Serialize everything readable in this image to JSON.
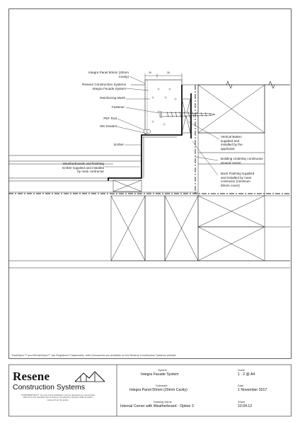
{
  "labels": {
    "integra_panel": [
      "Integra Panel 50mm (20mm",
      "Cavity)"
    ],
    "resene_system": [
      "Resene Construction Systems",
      "Integra Facade System"
    ],
    "reinforcing_mesh": "Reinforcing Mesh",
    "fastener": "Fastener",
    "pef_rod": "PEF Rod",
    "ms_sealant": "MS Sealant",
    "scriber": "Scriber",
    "weatherboards": [
      "Weatherboards and finishing",
      "scriber supplied and installed",
      "by main contractor"
    ],
    "vertical_batten": [
      "Vertical Batten",
      "supplied and",
      "installed by the",
      "applicator"
    ],
    "building_underlay": [
      "Building Underlay continuous",
      "around corner"
    ],
    "back_flashing": [
      "Back Flashing supplied",
      "and installed by main",
      "contractor (minimum",
      "50mm cover)"
    ],
    "dim_a": "20",
    "dim_b": "30"
  },
  "footer_note": "TradeSpec™ and RenderSpec™ are Registered Trademarks, both Documents are available on the Resene Construction Systems website",
  "title_block": {
    "logo_line1": "Resene",
    "logo_line2": "Construction Systems",
    "confidentiality": "CONFIDENTIALITY: No part of this publication may be reproduced or transmitted either from the Intended use by Resene Construction Systems without written consent from the author.",
    "system_label": "System",
    "system_value": "Integra Facade System",
    "substrate_label": "Substrate",
    "substrate_value": "Integra Panel 50mm (20mm Cavity)",
    "drawing_name_label": "Drawing Name",
    "drawing_name_value": "Internal Corner with Weatherboard - Option 3",
    "scale_label": "Scale",
    "scale_value": "1 : 2 @ A4",
    "date_label": "Date",
    "date_value": "1 November 2017",
    "sheet_label": "Sheet",
    "sheet_value": "10.04.12"
  }
}
